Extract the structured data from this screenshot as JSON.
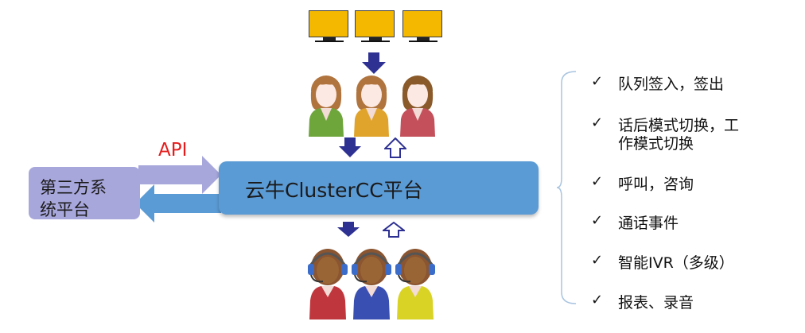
{
  "colors": {
    "cloud_box": "#5b9bd5",
    "third_box": "#a8a7dc",
    "arrow_navy": "#2e3192",
    "api_red": "#e51c1c",
    "monitor_yellow": "#f5b800"
  },
  "icons": {
    "monitors": [
      "monitor-icon",
      "monitor-icon",
      "monitor-icon"
    ],
    "supervisors": [
      "supervisor-green-icon",
      "supervisor-orange-icon",
      "supervisor-red-icon"
    ],
    "agents": [
      "headset-agent-red-icon",
      "headset-agent-blue-icon",
      "headset-agent-yellow-icon"
    ]
  },
  "cloud_platform": {
    "label": "云牛ClusterCC平台"
  },
  "third_party": {
    "label_line1": "第三方系",
    "label_line2": "统平台"
  },
  "api": {
    "label": "API"
  },
  "features": [
    {
      "check": "✓",
      "lines": [
        "队列签入，签出"
      ]
    },
    {
      "check": "✓",
      "lines": [
        "话后模式切换，工",
        "作模式切换"
      ]
    },
    {
      "check": "✓",
      "lines": [
        "呼叫，咨询"
      ]
    },
    {
      "check": "✓",
      "lines": [
        "通话事件"
      ]
    },
    {
      "check": "✓",
      "lines": [
        "智能IVR（多级）"
      ]
    },
    {
      "check": "✓",
      "lines": [
        "报表、录音"
      ]
    }
  ]
}
